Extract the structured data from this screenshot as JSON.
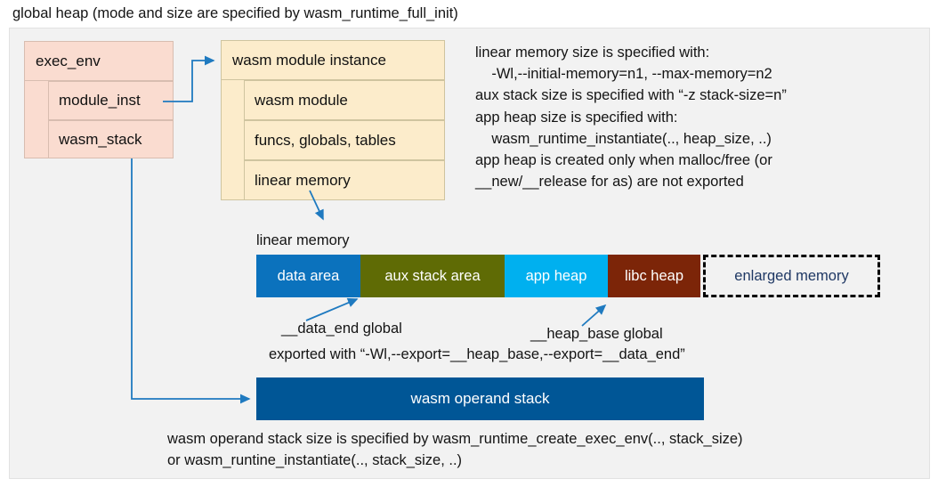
{
  "title": "global heap (mode and size are specified by wasm_runtime_full_init)",
  "colors": {
    "panel_bg": "#f2f2f2",
    "pink": "#fadcd0",
    "cream": "#fceccb",
    "data_area": "#0b72bd",
    "aux_stack_area": "#5f6b05",
    "app_heap": "#00b0ef",
    "libc_heap": "#7c2508",
    "enlarged_memory_text": "#1f3864",
    "operand_stack": "#005696",
    "connector": "#1f7ac0"
  },
  "exec_env": {
    "header": "exec_env",
    "fields": [
      {
        "label": "module_inst"
      },
      {
        "label": "wasm_stack"
      }
    ]
  },
  "module_instance": {
    "header": "wasm module instance",
    "fields": [
      {
        "label": "wasm module"
      },
      {
        "label": "funcs, globals, tables"
      },
      {
        "label": "linear memory"
      }
    ]
  },
  "description": "linear memory size is specified with:\n    -Wl,--initial-memory=n1, --max-memory=n2\naux stack size is specified with “-z stack-size=n”\napp heap size is specified with:\n    wasm_runtime_instantiate(.., heap_size, ..)\napp heap is created only when malloc/free (or\n__new/__release for as) are not exported",
  "linear_memory": {
    "label": "linear memory",
    "segments": [
      {
        "label": "data area",
        "color": "#0b72bd",
        "width": 117
      },
      {
        "label": "aux stack area",
        "color": "#5f6b05",
        "width": 162
      },
      {
        "label": "app heap",
        "color": "#00b0ef",
        "width": 116
      },
      {
        "label": "libc heap",
        "color": "#7c2508",
        "width": 104
      },
      {
        "label": "enlarged memory",
        "color": "#f2f2f2",
        "width": 199
      }
    ]
  },
  "annotations": {
    "data_end": "__data_end global",
    "heap_base": "__heap_base global",
    "exported_with": "exported with “-Wl,--export=__heap_base,--export=__data_end”"
  },
  "operand_stack": {
    "label": "wasm operand stack",
    "caption": "wasm operand stack size is specified by wasm_runtime_create_exec_env(.., stack_size)\nor wasm_runtine_instantiate(.., stack_size, ..)"
  }
}
